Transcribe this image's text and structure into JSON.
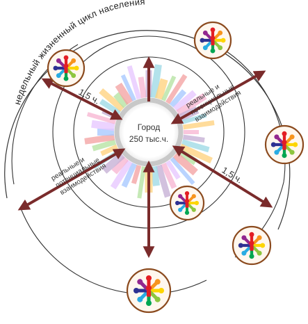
{
  "lifecycle_label": "недельный жизненный цикл населения",
  "center": {
    "line1": "Город",
    "line2": "250 тыс.ч."
  },
  "time_labels": {
    "upper_left": "1,5 ч.",
    "lower_right": "1,5 ч."
  },
  "interactions": {
    "upper_right": [
      "реальные и",
      "потенциальные",
      "взаимодействия"
    ],
    "lower_left": [
      "реальные и",
      "потенциальные",
      "взаимодействия"
    ]
  },
  "colors": {
    "arrow": "#7a2b2b",
    "ring": "#333333",
    "badge_border": "#8b4a1e",
    "badge_fill": "#fff7ee",
    "hub_ring": "#c8c8c8",
    "people": [
      "#e31e24",
      "#f7941d",
      "#fdd500",
      "#8dc63f",
      "#00a651",
      "#29abe2",
      "#2e3192",
      "#92278f",
      "#ec008c"
    ]
  },
  "icons": {
    "community_badge": "people-network-icon",
    "city": "city-skyline-icon"
  }
}
